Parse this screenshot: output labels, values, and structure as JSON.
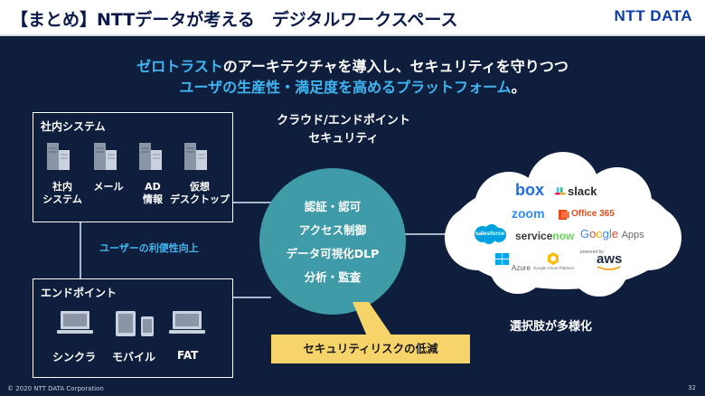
{
  "header": {
    "title": "【まとめ】NTTデータが考える　デジタルワークスペース",
    "logo": "NTT DATA"
  },
  "headline": {
    "line1_em": "ゼロトラスト",
    "line1_rest": "のアーキテクチャを導入し、セキュリティを守りつつ",
    "line2_em": "ユーザの生産性・満足度を高めるプラットフォーム",
    "line2_end": "。"
  },
  "internal_panel": {
    "title": "社内システム",
    "items": [
      {
        "label_l1": "社内",
        "label_l2": "システム"
      },
      {
        "label_l1": "メール",
        "label_l2": ""
      },
      {
        "label_l1": "AD",
        "label_l2": "情報"
      },
      {
        "label_l1": "仮想",
        "label_l2": "デスクトップ"
      }
    ]
  },
  "endpoint_panel": {
    "title": "エンドポイント",
    "devices": [
      {
        "label": "シンクラ",
        "icon": "laptop-icon"
      },
      {
        "label": "モバイル",
        "icon": "mobile-devices-icon"
      },
      {
        "label": "FAT",
        "icon": "laptop-icon"
      }
    ]
  },
  "link_label": "ユーザーの利便性向上",
  "cloud_security": {
    "line1": "クラウド/エンドポイント",
    "line2": "セキュリティ"
  },
  "functions": [
    "認証・認可",
    "アクセス制御",
    "データ可視化DLP",
    "分析・監査"
  ],
  "callout": "セキュリティリスクの低減",
  "cloud_logos": {
    "box": "box",
    "slack": "slack",
    "zoom": "zoom",
    "office": "Office 365",
    "salesforce": "salesforce",
    "servicenow_a": "service",
    "servicenow_b": "now",
    "google_apps": "Apps",
    "azure": "Azure",
    "powered_by": "powered by",
    "aws": "aws",
    "gsuite_sub": "Google Cloud Platform"
  },
  "cloud_label": "選択肢が多様化",
  "footer": {
    "copyright": "© 2020 NTT DATA Corporation",
    "page": "32"
  },
  "colors": {
    "background": "#0f1e3c",
    "accent_blue": "#3fb6f2",
    "circle": "#3f9ba8",
    "callout": "#f7d46a",
    "brand": "#0a3ca8"
  }
}
